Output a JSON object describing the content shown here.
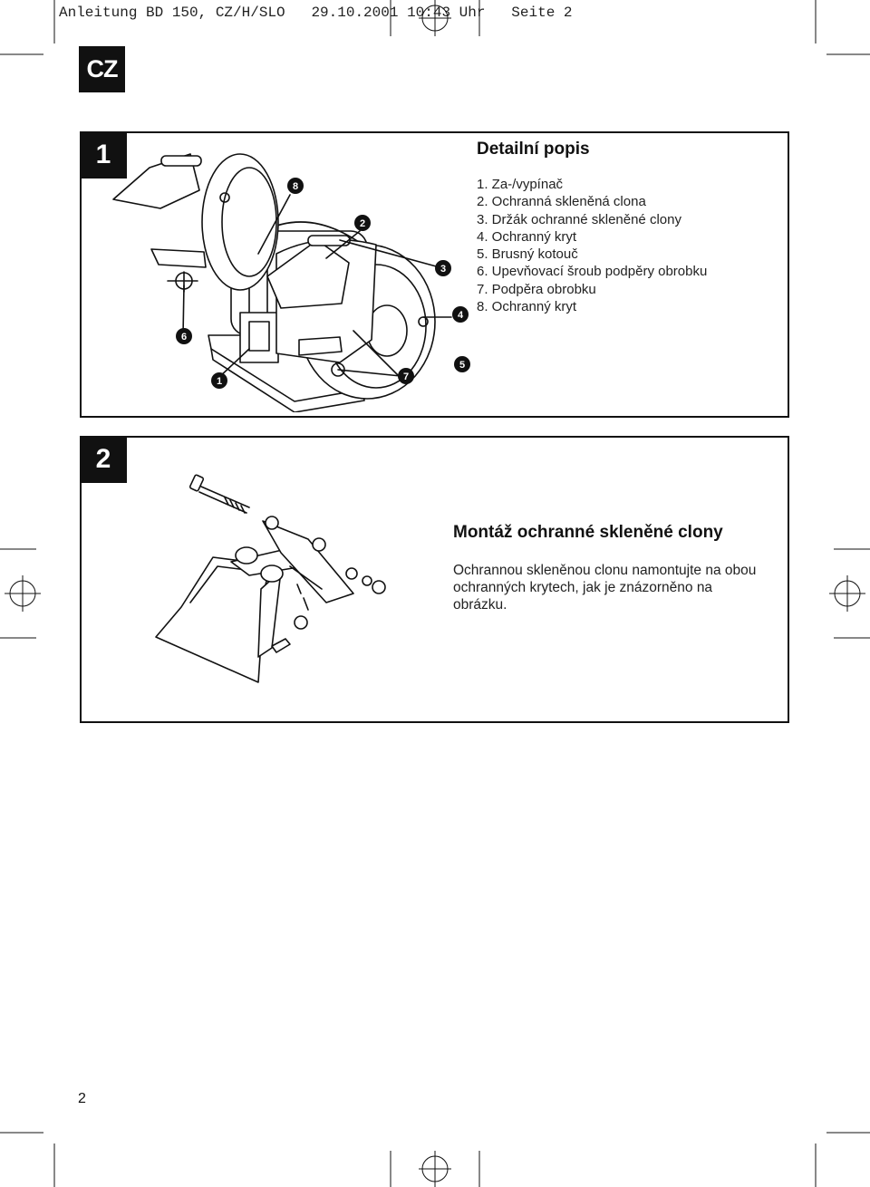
{
  "header": {
    "text": "Anleitung BD 150, CZ/H/SLO   29.10.2001 10:43 Uhr   Seite 2"
  },
  "lang_badge": "CZ",
  "figure1": {
    "number": "1",
    "title": "Detailní popis",
    "parts": [
      "1. Za-/vypínač",
      "2. Ochranná skleněná clona",
      "3. Držák ochranné skleněné clony",
      "4. Ochranný kryt",
      "5. Brusný kotouč",
      "6. Upevňovací šroub podpěry obrobku",
      "7. Podpěra obrobku",
      "8. Ochranný kryt"
    ],
    "callouts": [
      "1",
      "2",
      "3",
      "4",
      "5",
      "6",
      "7",
      "8"
    ]
  },
  "figure2": {
    "number": "2",
    "title": "Montáž ochranné skleněné clony",
    "description": "Ochrannou skleněnou clonu namontujte na obou ochranných krytech, jak je znázorněno na obrázku."
  },
  "page_number": "2"
}
